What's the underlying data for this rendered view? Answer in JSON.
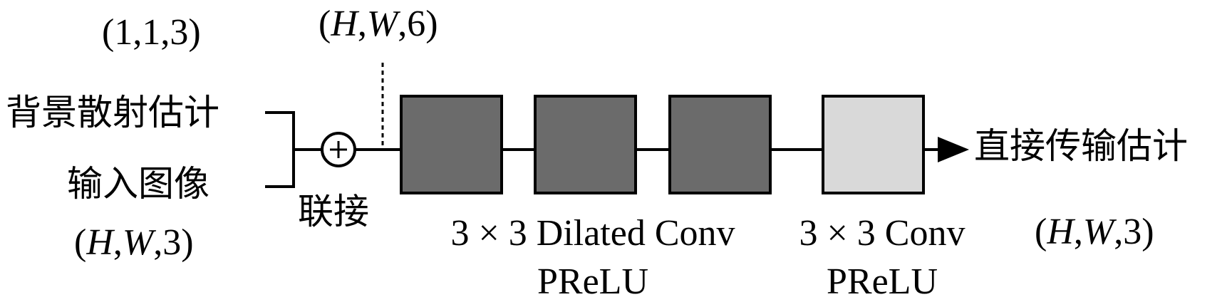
{
  "inputs": {
    "background_scatter": "背景散射估计",
    "background_shape_open": "(1,1,3)",
    "input_image": "输入图像",
    "input_shape_parts": [
      "(",
      "H",
      ",",
      "W",
      ",3)"
    ]
  },
  "concat": {
    "label": "联接",
    "symbol": "+",
    "shape_parts": [
      "(",
      "H",
      ",",
      "W",
      ",6)"
    ]
  },
  "blocks": {
    "dilated": {
      "line1": "3 × 3 Dilated Conv",
      "line2": "PReLU"
    },
    "conv": {
      "line1": "3 × 3 Conv",
      "line2": "PReLU"
    }
  },
  "output": {
    "label": "直接传输估计",
    "shape_parts": [
      "(",
      "H",
      ",",
      "W",
      ",3)"
    ]
  },
  "colors": {
    "dark_block": "#6b6b6b",
    "light_block": "#d9d9d9",
    "stroke": "#000000"
  }
}
